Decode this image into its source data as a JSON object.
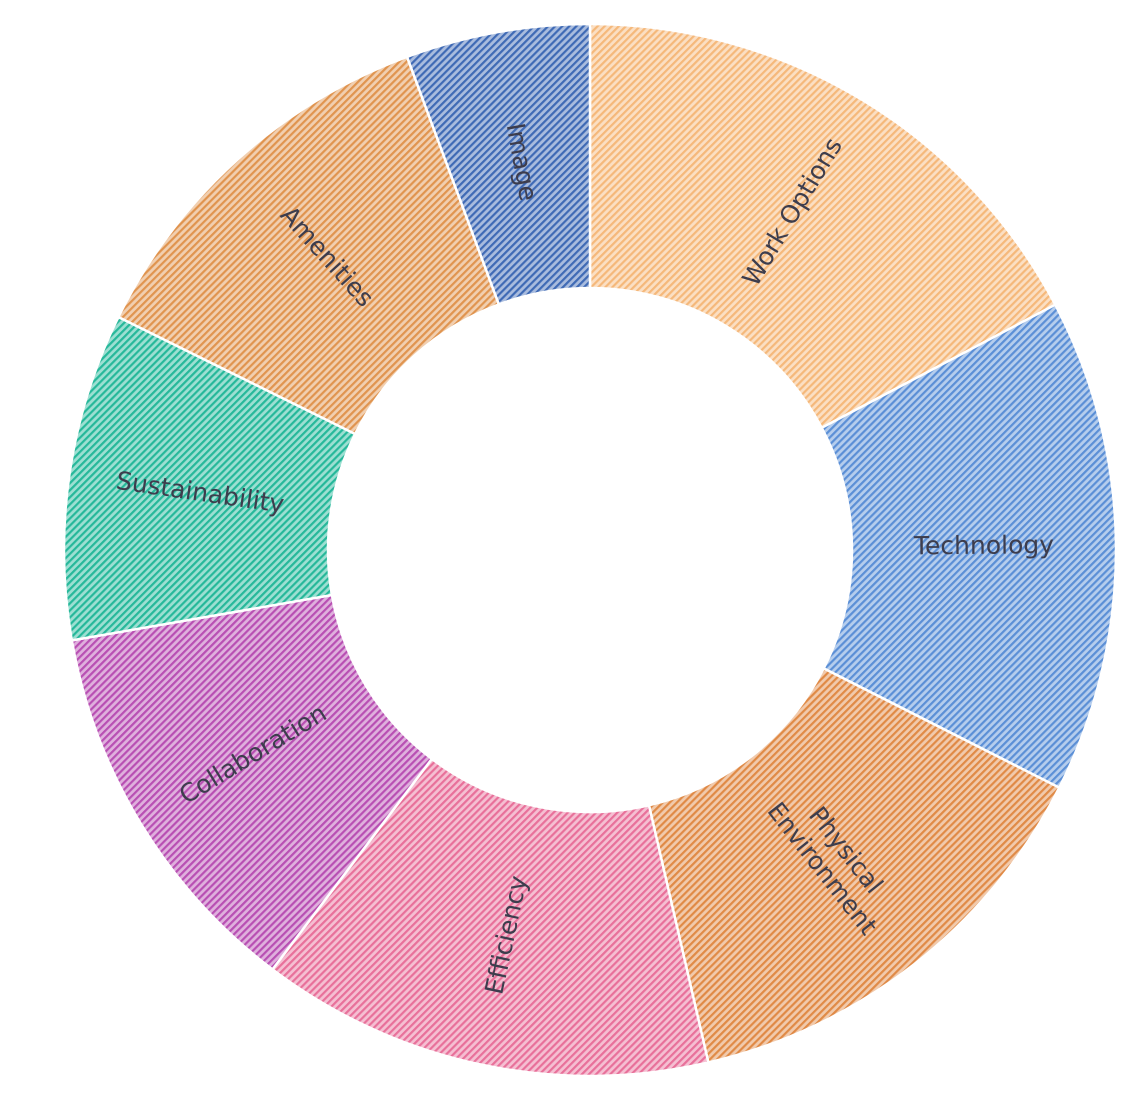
{
  "chart_data": {
    "type": "pie",
    "variant": "doughnut",
    "title": "",
    "start_angle_deg": 0,
    "direction": "clockwise",
    "fill_style": "diagonal-hatch",
    "slices": [
      {
        "label": "Work Options",
        "value": 16.5,
        "color": "#f5b87a"
      },
      {
        "label": "Technology",
        "value": 14.5,
        "color": "#5b8fd6"
      },
      {
        "label": "Physical Environment",
        "value": 13.3,
        "color": "#e08a46"
      },
      {
        "label": "Efficiency",
        "value": 13.3,
        "color": "#e8709a"
      },
      {
        "label": "Collaboration",
        "value": 11.4,
        "color": "#b84fb3"
      },
      {
        "label": "Sustainability",
        "value": 9.6,
        "color": "#26b89a"
      },
      {
        "label": "Amenities",
        "value": 11.5,
        "color": "#e0944f"
      },
      {
        "label": "Image",
        "value": 5.4,
        "color": "#3f6ab5"
      }
    ],
    "labels_inside": true,
    "legend": "none"
  }
}
